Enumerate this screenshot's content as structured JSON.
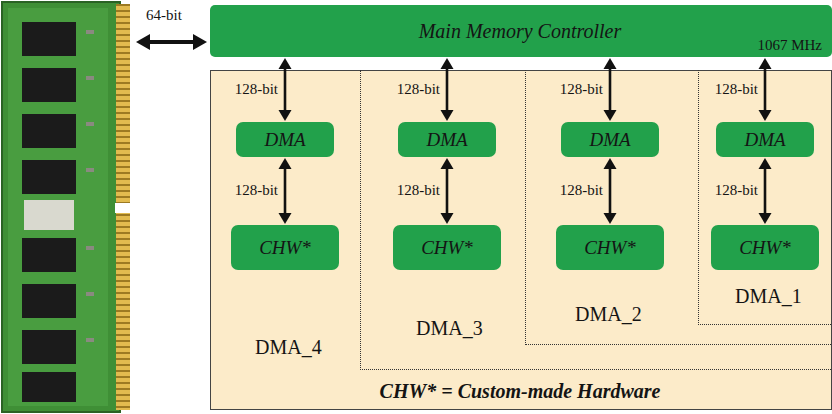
{
  "diagram": {
    "nodes": [
      {
        "text": [
          "Main Memory Controller",
          "1067 MHz"
        ]
      },
      {
        "text": [
          "DMA_4",
          "CHW* = Custom-made Hardware"
        ]
      },
      {
        "text": [
          "DMA_3"
        ],
        "in": 1
      },
      {
        "text": [
          "DMA_2"
        ],
        "in": 2
      },
      {
        "text": [
          "DMA_1"
        ],
        "in": 3
      },
      {
        "text": [
          "DMA"
        ],
        "in": 1
      },
      {
        "text": [
          "CHW*"
        ],
        "in": 1
      },
      {
        "text": [
          "DMA"
        ],
        "in": 2
      },
      {
        "text": [
          "CHW*"
        ],
        "in": 2
      },
      {
        "text": [
          "DMA"
        ],
        "in": 3
      },
      {
        "text": [
          "CHW*"
        ],
        "in": 3
      },
      {
        "text": [
          "DMA"
        ],
        "in": 4
      },
      {
        "text": [
          "CHW*"
        ],
        "in": 4
      }
    ],
    "edges": [
      {
        "from": 0,
        "to": 5,
        "arrow": "both",
        "label": "128-bit"
      },
      {
        "from": 5,
        "to": 6,
        "arrow": "both",
        "label": "128-bit"
      },
      {
        "from": 0,
        "to": 7,
        "arrow": "both",
        "label": "128-bit"
      },
      {
        "from": 7,
        "to": 8,
        "arrow": "both",
        "label": "128-bit"
      },
      {
        "from": 0,
        "to": 9,
        "arrow": "both",
        "label": "128-bit"
      },
      {
        "from": 9,
        "to": 10,
        "arrow": "both",
        "label": "128-bit"
      },
      {
        "from": 0,
        "to": 11,
        "arrow": "both",
        "label": "128-bit"
      },
      {
        "from": 11,
        "to": 12,
        "arrow": "both",
        "label": "128-bit"
      }
    ],
    "labels": [
      "64-bit"
    ]
  }
}
